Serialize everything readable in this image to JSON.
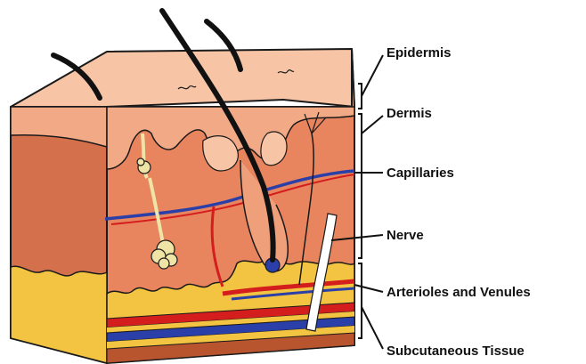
{
  "diagram": {
    "labels": {
      "epidermis": "Epidermis",
      "dermis": "Dermis",
      "capillaries": "Capillaries",
      "nerve": "Nerve",
      "arterioles": "Arterioles and Venules",
      "subcutaneous": "Subcutaneous Tissue"
    }
  },
  "colors": {
    "epidermis": "#F7C4A6",
    "dermis": "#E8845E",
    "dermis_side": "#D4704C",
    "fat": "#F2C441",
    "artery": "#D41E1E",
    "vein": "#2B3FA8",
    "hair": "#111111",
    "gland": "#EFE3A6",
    "outline": "#1A1A1A"
  }
}
